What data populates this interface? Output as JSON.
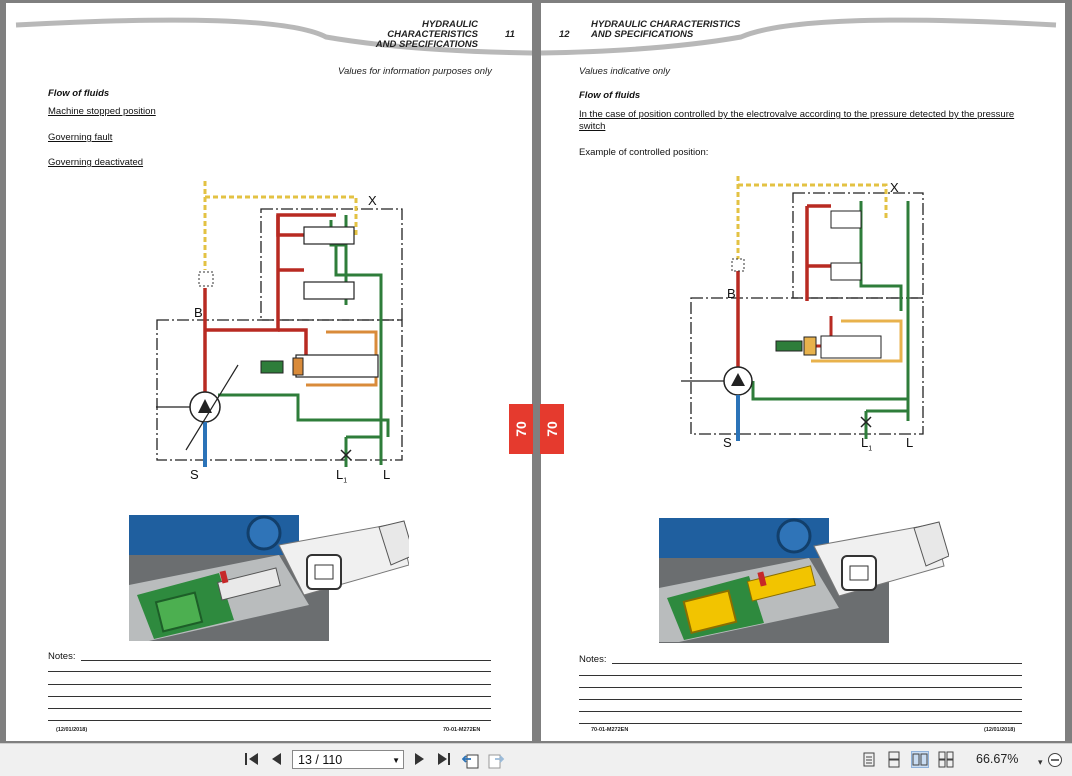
{
  "left_page": {
    "header_line1": "HYDRAULIC CHARACTERISTICS",
    "header_line2": "AND SPECIFICATIONS",
    "page_number": "11",
    "subtitle": "Values for information purposes only",
    "section_title": "Flow of fluids",
    "items": [
      "Machine stopped position",
      "Governing fault",
      "Governing deactivated"
    ],
    "labels": {
      "x": "X",
      "b": "B",
      "s": "S",
      "l1": "L",
      "l1_sub": "1",
      "l": "L"
    },
    "notes_label": "Notes:",
    "footer_left": "(12/01/2018)",
    "footer_right": "70-01-M272EN",
    "tab": "70"
  },
  "right_page": {
    "header_line1": "HYDRAULIC CHARACTERISTICS",
    "header_line2": "AND SPECIFICATIONS",
    "page_number": "12",
    "subtitle": "Values indicative only",
    "section_title": "Flow of fluids",
    "description": "In the case of position controlled by the electrovalve according to the pressure detected by the pressure switch",
    "example": "Example of controlled position:",
    "labels": {
      "x": "X",
      "b": "B",
      "s": "S",
      "l1": "L",
      "l1_sub": "1",
      "l": "L"
    },
    "notes_label": "Notes:",
    "footer_left": "70-01-M272EN",
    "footer_right": "(12/01/2018)",
    "tab": "70"
  },
  "toolbar": {
    "page_field": "13 / 110",
    "zoom": "66.67%"
  },
  "colors": {
    "red": "#b82a22",
    "green": "#2e7d3a",
    "yellow": "#e3c243",
    "orange": "#d98b3a",
    "blue": "#2b73b8",
    "tab": "#e53a2e"
  },
  "icons": [
    "first-page-icon",
    "prev-page-icon",
    "next-page-icon",
    "last-page-icon",
    "page-back-icon",
    "page-forward-icon",
    "single-page-icon",
    "continuous-icon",
    "two-page-icon",
    "two-page-continuous-icon",
    "zoom-out-icon"
  ]
}
